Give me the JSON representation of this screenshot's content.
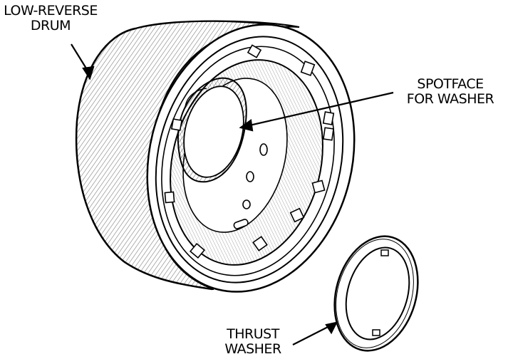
{
  "labels": {
    "drum": [
      "LOW-REVERSE",
      "DRUM"
    ],
    "spotface": [
      "SPOTFACE",
      "FOR WASHER"
    ],
    "washer": [
      "THRUST",
      "WASHER"
    ]
  }
}
